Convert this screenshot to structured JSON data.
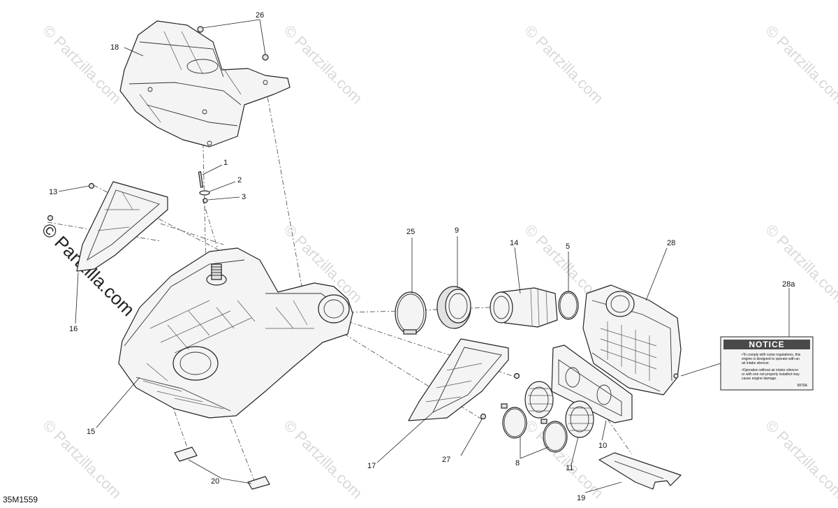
{
  "diagram_ref": "35M1559",
  "watermark": "© Partzilla.com",
  "notice_label": {
    "title": "NOTICE",
    "lines": [
      "•To comply with noise regulations, this",
      "engine is designed to operate with an",
      "air intake silencer.",
      "•Operation without air intake silencer",
      "or with one not properly installed may",
      "cause engine damage."
    ],
    "code": "5876A"
  },
  "callouts": {
    "c1": "1",
    "c2": "2",
    "c3": "3",
    "c5": "5",
    "c8": "8",
    "c9": "9",
    "c10": "10",
    "c11": "11",
    "c13": "13",
    "c14": "14",
    "c15": "15",
    "c16": "16",
    "c17": "17",
    "c18": "18",
    "c19": "19",
    "c20": "20",
    "c25": "25",
    "c26": "26",
    "c27": "27",
    "c28": "28",
    "c28a": "28a"
  }
}
